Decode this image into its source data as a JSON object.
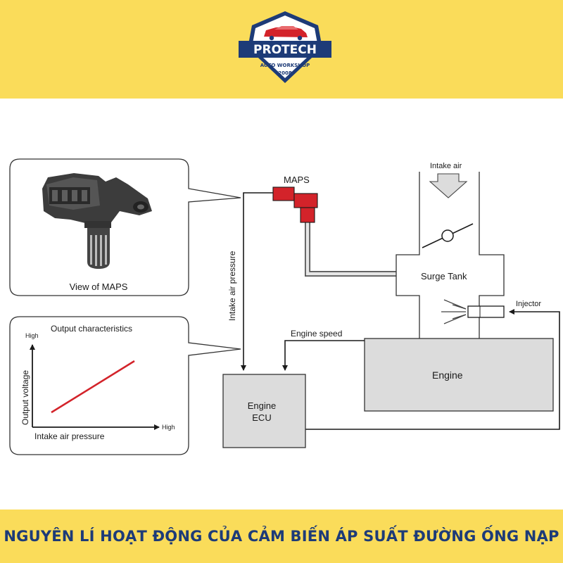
{
  "brand": {
    "name": "PROTECH",
    "tagline": "AUTO WORKSHOP",
    "year": "2008",
    "colors": {
      "navy": "#1d3b78",
      "red": "#d3232a",
      "yellow": "#fadc5a"
    }
  },
  "headline": "NGUYÊN LÍ HOẠT ĐỘNG CỦA CẢM BIẾN ÁP SUẤT ĐƯỜNG ỐNG NẠP",
  "diagram": {
    "maps_label": "MAPS",
    "view_caption": "View of MAPS",
    "graph": {
      "title": "Output characteristics",
      "y_axis": "Output voltage",
      "x_axis": "Intake air pressure",
      "y_high": "High",
      "x_high": "High"
    },
    "signal_label": "Intake air pressure",
    "intake_air_label": "Intake air",
    "surge_tank_label": "Surge Tank",
    "injector_label": "Injector",
    "engine_speed_label": "Engine speed",
    "engine_label": "Engine",
    "ecu_label_line1": "Engine",
    "ecu_label_line2": "ECU"
  }
}
